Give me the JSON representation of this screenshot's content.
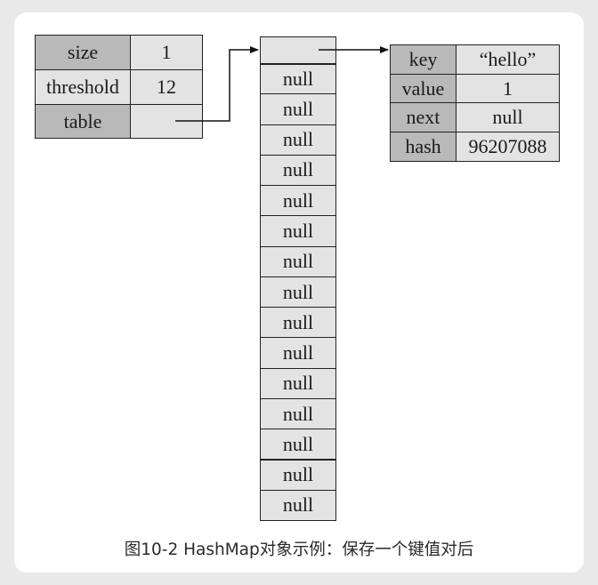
{
  "hashmap_object": {
    "fields": [
      {
        "name": "size",
        "value": "1"
      },
      {
        "name": "threshold",
        "value": "12"
      },
      {
        "name": "table",
        "value": ""
      }
    ]
  },
  "table_array": {
    "first_slot": "",
    "null_label": "null",
    "null_count": 15
  },
  "entry_node": {
    "fields": [
      {
        "name": "key",
        "value": "“hello”"
      },
      {
        "name": "value",
        "value": "1"
      },
      {
        "name": "next",
        "value": "null"
      },
      {
        "name": "hash",
        "value": "96207088"
      }
    ]
  },
  "caption": "图10-2 HashMap对象示例：保存一个键值对后"
}
